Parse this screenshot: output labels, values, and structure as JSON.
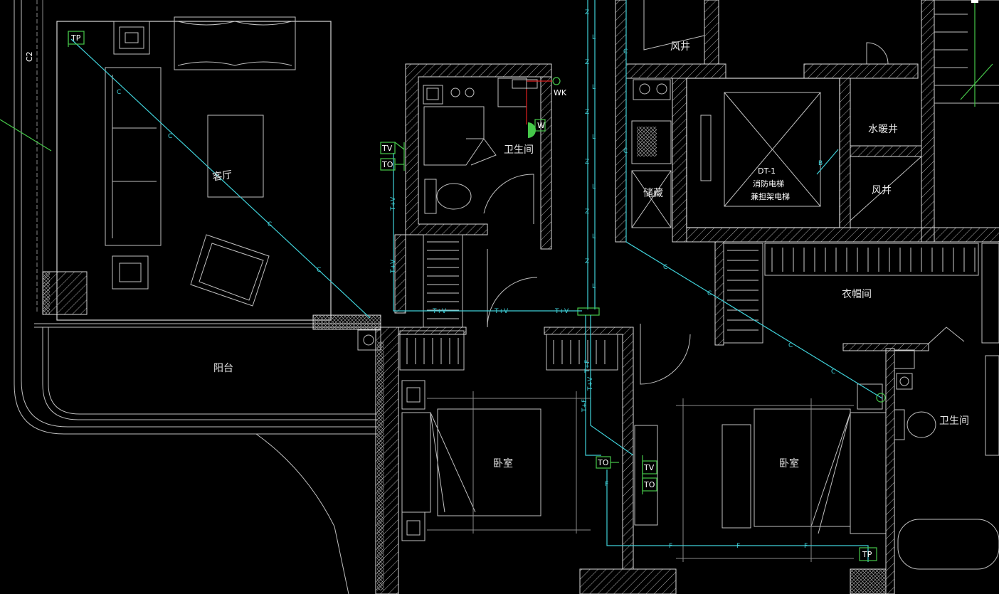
{
  "rooms": {
    "living_room": "客厅",
    "balcony": "阳台",
    "bathroom_top": "卫生间",
    "bathroom_right": "卫生间",
    "bedroom_left": "卧室",
    "bedroom_right": "卧室",
    "wind_shaft_top": "风井",
    "wind_shaft_right": "风井",
    "water_heating_shaft": "水暖井",
    "storage": "储藏",
    "cloakroom": "衣帽间"
  },
  "elevator": {
    "id": "DT-1",
    "line1": "消防电梯",
    "line2": "兼担架电梯"
  },
  "terminals": {
    "tp_top": "TP",
    "tp_bottom": "TP",
    "tv_left": "TV",
    "to_left": "TO",
    "to_mid": "TO",
    "tv_right": "TV",
    "to_right": "TO",
    "wk": "WK",
    "w": "W"
  },
  "pipe_labels": {
    "tv_run": "T+V",
    "tf_run": "T+F",
    "f": "F",
    "l": "L",
    "z": "Z",
    "c": "C",
    "b": "B"
  },
  "grid": {
    "c2": "C2"
  },
  "colors": {
    "background": "#000000",
    "walls": "#d8d8d8",
    "pipes": "#3fd0d8",
    "terminals": "#46c84a",
    "red_line": "#e02020"
  }
}
